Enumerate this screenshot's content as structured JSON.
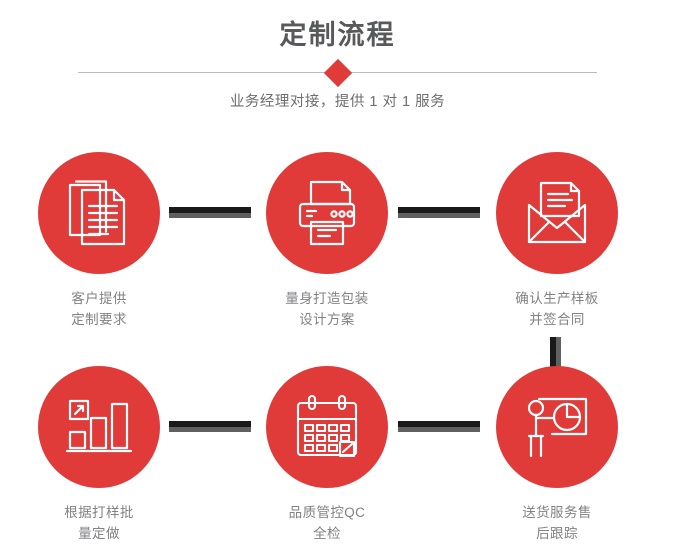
{
  "header": {
    "title": "定制流程",
    "subtitle": "业务经理对接，提供 1 对 1 服务",
    "divider_icon": "diamond-marker"
  },
  "theme": {
    "accent_red": "#E03A39",
    "title_gray": "#58595B",
    "label_gray": "#808285",
    "connector_dark": "#1A1A1A",
    "connector_light": "#606060",
    "divider_line": "#BCBCBC",
    "background": "#FFFFFF"
  },
  "flow": {
    "steps": [
      {
        "index": 1,
        "icon": "documents-stack-icon",
        "label": "客户提供\n定制要求"
      },
      {
        "index": 2,
        "icon": "printer-icon",
        "label": "量身打造包装\n设计方案"
      },
      {
        "index": 3,
        "icon": "envelope-document-icon",
        "label": "确认生产样板\n并签合同"
      },
      {
        "index": 4,
        "icon": "bar-chart-growth-icon",
        "label": "根据打样批\n量定做"
      },
      {
        "index": 5,
        "icon": "calendar-icon",
        "label": "品质管控QC\n全检"
      },
      {
        "index": 6,
        "icon": "presenter-pie-chart-icon",
        "label": "送货服务售\n后跟踪"
      }
    ],
    "connectors": [
      {
        "name": "connector-step1-step2",
        "orientation": "horizontal"
      },
      {
        "name": "connector-step2-step3",
        "orientation": "horizontal"
      },
      {
        "name": "connector-step3-step4-vertical",
        "orientation": "vertical"
      },
      {
        "name": "connector-step4-step5",
        "orientation": "horizontal"
      },
      {
        "name": "connector-step5-step6",
        "orientation": "horizontal"
      }
    ]
  }
}
